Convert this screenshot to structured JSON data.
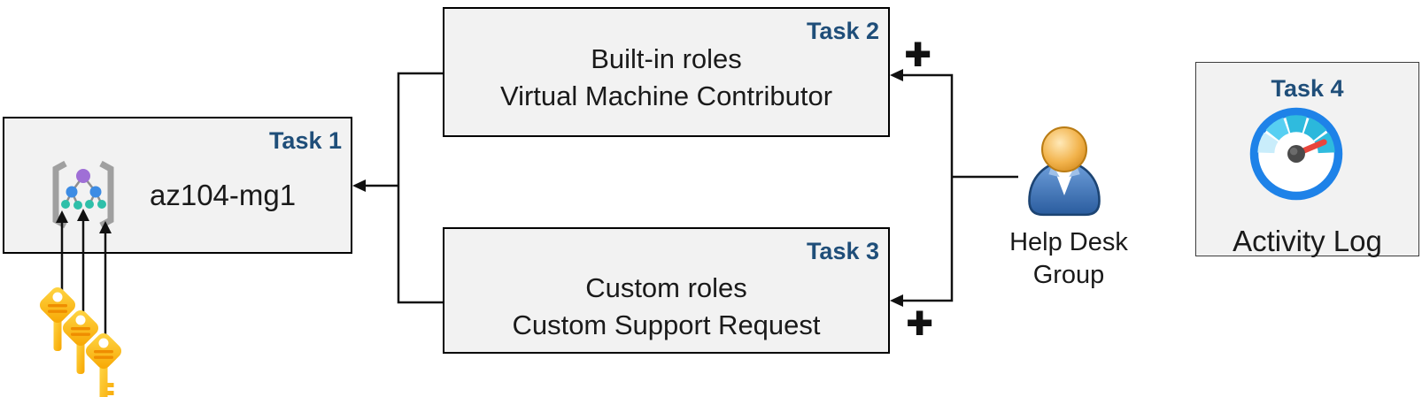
{
  "tasks": {
    "t1": {
      "label": "Task 1",
      "name": "az104-mg1"
    },
    "t2": {
      "label": "Task 2",
      "line1": "Built-in roles",
      "line2": "Virtual Machine Contributor"
    },
    "t3": {
      "label": "Task 3",
      "line1": "Custom roles",
      "line2": "Custom Support Request"
    },
    "t4": {
      "label": "Task 4",
      "caption": "Activity Log"
    }
  },
  "help_desk_group": {
    "label": "Help Desk Group"
  },
  "plus": "+",
  "icons": {
    "management_group": "management-group-icon",
    "keys": "keys-icon",
    "user": "user-icon",
    "gauge": "activity-log-gauge-icon"
  },
  "colors": {
    "task_label_navy": "#1F4E79",
    "box_fill": "#F2F2F2",
    "box_border": "#000000",
    "connector": "#111111",
    "key_gold_light": "#FFD848",
    "key_gold_dark": "#F7A500",
    "key_bar_orange": "#EF8D00",
    "user_body_blue": "#2F64A8",
    "user_head_orange": "#E8A33D",
    "gauge_ring_blue": "#1E82E8",
    "gauge_segment_light": "#C9EDFB",
    "gauge_segment_mid": "#57CFF2",
    "gauge_segment_teal": "#2FBBDE",
    "gauge_needle_red": "#E8453C",
    "mg_purple": "#9F6FD6",
    "mg_blue": "#3D8CE4",
    "mg_teal": "#2FBFA9"
  }
}
